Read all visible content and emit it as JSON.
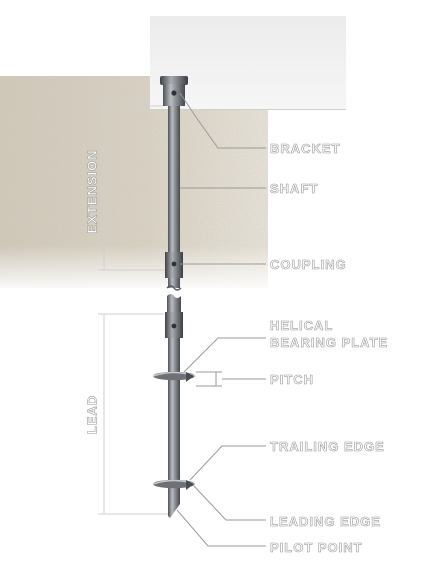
{
  "labels": {
    "bracket": "BRACKET",
    "shaft": "SHAFT",
    "coupling": "COUPLING",
    "helical_line1": "HELICAL",
    "helical_line2": "BEARING PLATE",
    "pitch": "PITCH",
    "trailing_edge": "TRAILING EDGE",
    "leading_edge": "LEADING EDGE",
    "pilot_point": "PILOT POINT",
    "extension": "EXTENSION",
    "lead": "LEAD"
  },
  "colors": {
    "soil": "#d8d2c4",
    "structure": "#e9eaea",
    "shaft": "#8d9196",
    "shaft_dark": "#55595e",
    "leader": "#9a9a9a"
  }
}
